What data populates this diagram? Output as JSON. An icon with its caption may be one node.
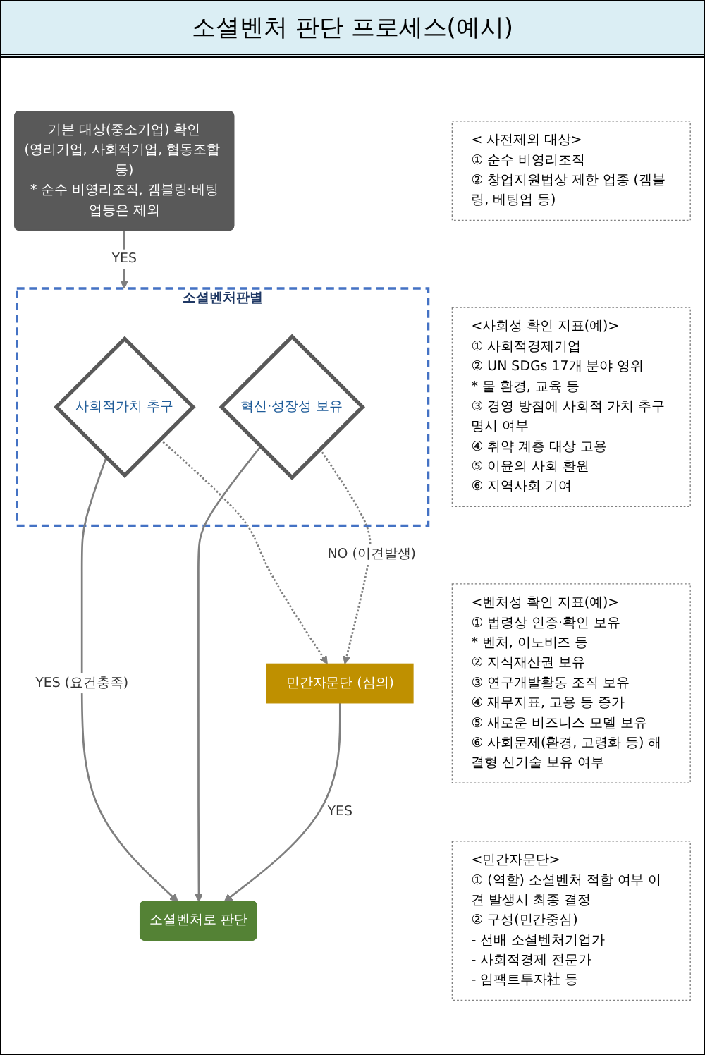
{
  "diagram": {
    "title": "소셜벤처 판단 프로세스(예시)",
    "nodes": [
      {
        "text": [
          "기본 대상(중소기업) 확인",
          "(영리기업, 사회적기업, 협동조합 등)",
          "* 순수 비영리조직, 갬블링·베팅업등은 제외"
        ]
      },
      {
        "text": [
          "소셜벤처판별"
        ]
      },
      {
        "text": [
          "사회적가치 추구"
        ],
        "in": 1
      },
      {
        "text": [
          "혁신·성장성 보유"
        ],
        "in": 1
      },
      {
        "text": [
          "민간자문단 (심의)"
        ]
      },
      {
        "text": [
          "소셜벤처로 판단"
        ]
      },
      {
        "text": [
          "< 사전제외 대상>",
          "① 순수 비영리조직",
          "② 창업지원법상 제한 업종 (갬블링, 베팅업 등)"
        ]
      },
      {
        "text": [
          "<사회성 확인 지표(예)>",
          "① 사회적경제기업",
          "② UN SDGs 17개 분야 영위",
          "* 물 환경, 교육 등",
          "③ 경영 방침에 사회적 가치 추구 명시 여부",
          "④ 취약 계층 대상 고용",
          "⑤ 이윤의 사회 환원",
          "⑥ 지역사회 기여"
        ]
      },
      {
        "text": [
          "<벤처성 확인 지표(예)>",
          "① 법령상 인증·확인 보유",
          "* 벤처, 이노비즈 등",
          "② 지식재산권 보유",
          "③ 연구개발활동 조직 보유",
          "④ 재무지표, 고용 등 증가",
          "⑤ 새로운 비즈니스 모델 보유",
          "⑥ 사회문제(환경, 고령화 등) 해결형 신기술 보유 여부"
        ]
      },
      {
        "text": [
          "<민간자문단>",
          "① (역할) 소셜벤처 적합 여부 이견 발생시 최종 결정",
          "② 구성(민간중심)",
          "- 선배 소셜벤처기업가",
          "- 사회적경제 전문가",
          "- 임팩트투자社 등"
        ]
      }
    ],
    "edges": [
      {
        "from": 0,
        "to": 1,
        "arrow": "to",
        "label": "YES"
      },
      {
        "from": 2,
        "to": 5,
        "arrow": "to",
        "label": "YES (요건충족)"
      },
      {
        "from": 3,
        "to": 5,
        "arrow": "to"
      },
      {
        "from": 2,
        "to": 4,
        "arrow": "to",
        "style": "dashed"
      },
      {
        "from": 3,
        "to": 4,
        "arrow": "to",
        "style": "dashed",
        "label": "NO (이견발생)"
      },
      {
        "from": 4,
        "to": 5,
        "arrow": "to",
        "label": "YES"
      }
    ]
  }
}
